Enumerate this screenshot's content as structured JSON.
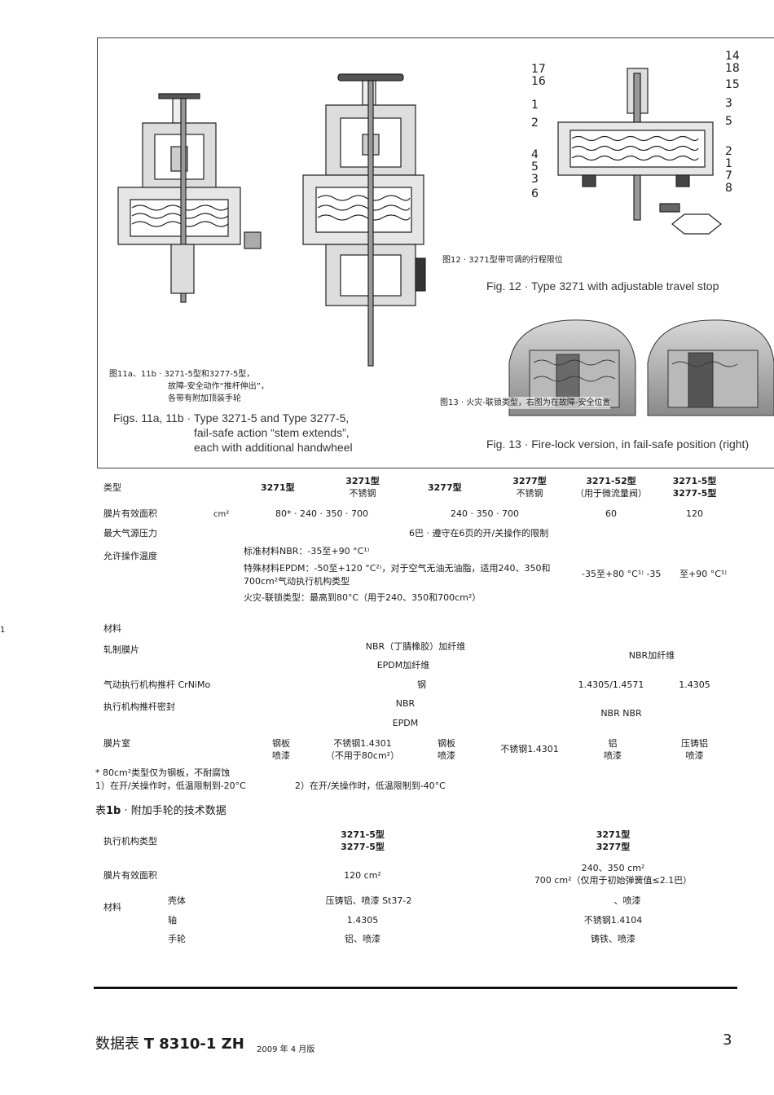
{
  "figures": {
    "fig11_zh": [
      "图11a、11b · 3271-5型和3277-5型，",
      "故障-安全动作“推杆伸出”，",
      "各带有附加顶装手轮"
    ],
    "fig11_en": [
      "Figs. 11a, 11b · Type 3271-5 and Type 3277-5,",
      "fail-safe action “stem extends”,",
      "each with additional handwheel"
    ],
    "fig12_zh": "图12 · 3271型带可调的行程限位",
    "fig12_en": "Fig. 12 · Type 3271 with adjustable travel stop",
    "fig13_zh": "图13 · 火灾-联锁类型，右图为在故障-安全位置",
    "fig13_en": "Fig. 13 · Fire-lock version, in fail-safe position (right)",
    "callouts_right": [
      "14",
      "18",
      "15",
      "3",
      "5",
      "2",
      "1",
      "7",
      "8"
    ],
    "callouts_left": [
      "17",
      "16",
      "1",
      "2",
      "4",
      "5",
      "3",
      "6"
    ]
  },
  "table1": {
    "headers": {
      "label": "类型",
      "c1": "3271型",
      "c2a": "3271型",
      "c2b": "不锈钢",
      "c3": "3277型",
      "c4a": "3277型",
      "c4b": "不锈钢",
      "c5a": "3271-52型",
      "c5b": "（用于微流量阀）",
      "c6a": "3271-5型",
      "c6b": "3277-5型"
    },
    "area": {
      "label": "膜片有效面积",
      "unit": "cm²",
      "v1": "80* · 240 · 350 · 700",
      "v2": "240 · 350 · 700",
      "v3": "60",
      "v4": "120"
    },
    "pressure": {
      "label": "最大气源压力",
      "value": "6巴 · 遵守在6页的开/关操作的限制"
    },
    "temp": {
      "label": "允许操作温度",
      "l1": "标准材料NBR：-35至+90 °C¹⁾",
      "l2a": "特殊材料EPDM：-50至+120 °C²⁾，对于空气无油无油脂，适用240、350和",
      "l2b": "700cm²气动执行机构类型",
      "l3": "火灾-联锁类型：最高到80°C（用于240、350和700cm²）",
      "r1": "-35至+80 °C¹⁾  -35",
      "r2": "至+90 °C¹⁾"
    },
    "materials_label": "材料",
    "diaphragm": {
      "label": "轧制膜片",
      "v1": "NBR（丁腈橡胶）加纤维",
      "v2": "EPDM加纤维",
      "v3": "NBR加纤维"
    },
    "stem": {
      "label": "气动执行机构推杆 CrNiMo",
      "v1": "钢",
      "v2": "1.4305/1.4571",
      "v3": "1.4305"
    },
    "seal": {
      "label": "执行机构推杆密封",
      "v1": "NBR",
      "v2": "EPDM",
      "v3": "NBR NBR"
    },
    "case": {
      "label": "膜片室",
      "c1a": "钢板",
      "c1b": "喷漆",
      "c2a": "不锈钢1.4301",
      "c2b": "（不用于80cm²）",
      "c3a": "钢板",
      "c3b": "喷漆",
      "c4": "不锈钢1.4301",
      "c5a": "铝",
      "c5b": "喷漆",
      "c6a": "压铸铝",
      "c6b": "喷漆"
    },
    "note1": "* 80cm²类型仅为钢板，不耐腐蚀",
    "note2": "1）在开/关操作时，低温限制到-20°C",
    "note3": "2）在开/关操作时，低温限制到-40°C"
  },
  "table1b": {
    "title_a": "表",
    "title_b": "1b",
    "title_c": " · 附加手轮的技术数据",
    "type_label": "执行机构类型",
    "col1a": "3271-5型",
    "col1b": "3277-5型",
    "col2a": "3271型",
    "col2b": "3277型",
    "area_label": "膜片有效面积",
    "area1": "120 cm²",
    "area2a": "240、350 cm²",
    "area2b": "700 cm²（仅用于初始弹簧值≤2.1巴）",
    "mat_label": "材料",
    "housing_label": "壳体",
    "housing1": "压铸铝、喷漆 St37-2",
    "housing2": "、喷漆",
    "shaft_label": "轴",
    "shaft1": "1.4305",
    "shaft2": "不锈钢1.4104",
    "wheel_label": "手轮",
    "wheel1": "铝、喷漆",
    "wheel2": "铸铁、喷漆"
  },
  "footer": {
    "title_zh": "数据表 ",
    "title_code": "T 8310-1 ZH",
    "edition": "2009 年 4 月版",
    "page": "3"
  },
  "margin_mark": "1"
}
